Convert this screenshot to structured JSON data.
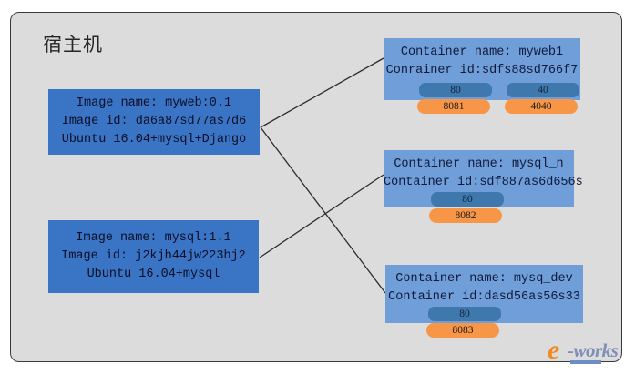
{
  "diagram": {
    "title": "宿主机",
    "host_frame_label": "host-machine-frame"
  },
  "images": [
    {
      "id": "image-box-1",
      "lines": [
        "Image name:  myweb:0.1",
        "Image id: da6a87sd77as7d6",
        "Ubuntu 16.04+mysql+Django"
      ]
    },
    {
      "id": "image-box-2",
      "lines": [
        "Image name: mysql:1.1",
        "Image id: j2kjh44jw223hj2",
        "Ubuntu 16.04+mysql"
      ]
    }
  ],
  "containers": [
    {
      "id": "container-box-1",
      "name_line": "Container name: myweb1",
      "id_line": "Conrainer id:sdfs88sd766f7",
      "ports": [
        {
          "internal": "80",
          "external": "8081"
        },
        {
          "internal": "40",
          "external": "4040"
        }
      ]
    },
    {
      "id": "container-box-2",
      "name_line": "Container name:  mysql_n",
      "id_line": "Container id:sdf887as6d656s",
      "ports": [
        {
          "internal": "80",
          "external": "8082"
        }
      ]
    },
    {
      "id": "container-box-3",
      "name_line": "Container name: mysq_dev",
      "id_line": "Container id:dasd56as56s33",
      "ports": [
        {
          "internal": "80",
          "external": "8083"
        }
      ]
    }
  ],
  "watermark": {
    "mark_e": "e",
    "mark_works": "-works"
  },
  "colors": {
    "frame_bg": "#dcdcdc",
    "frame_border": "#3a3a3a",
    "image_box": "#3a74c4",
    "container_box": "#6f9ed8",
    "port_internal": "#3e78ad",
    "port_external": "#f79646",
    "connector": "#2b2b2b",
    "watermark_orange": "#f08a24",
    "watermark_blue": "#7f8fb5"
  }
}
